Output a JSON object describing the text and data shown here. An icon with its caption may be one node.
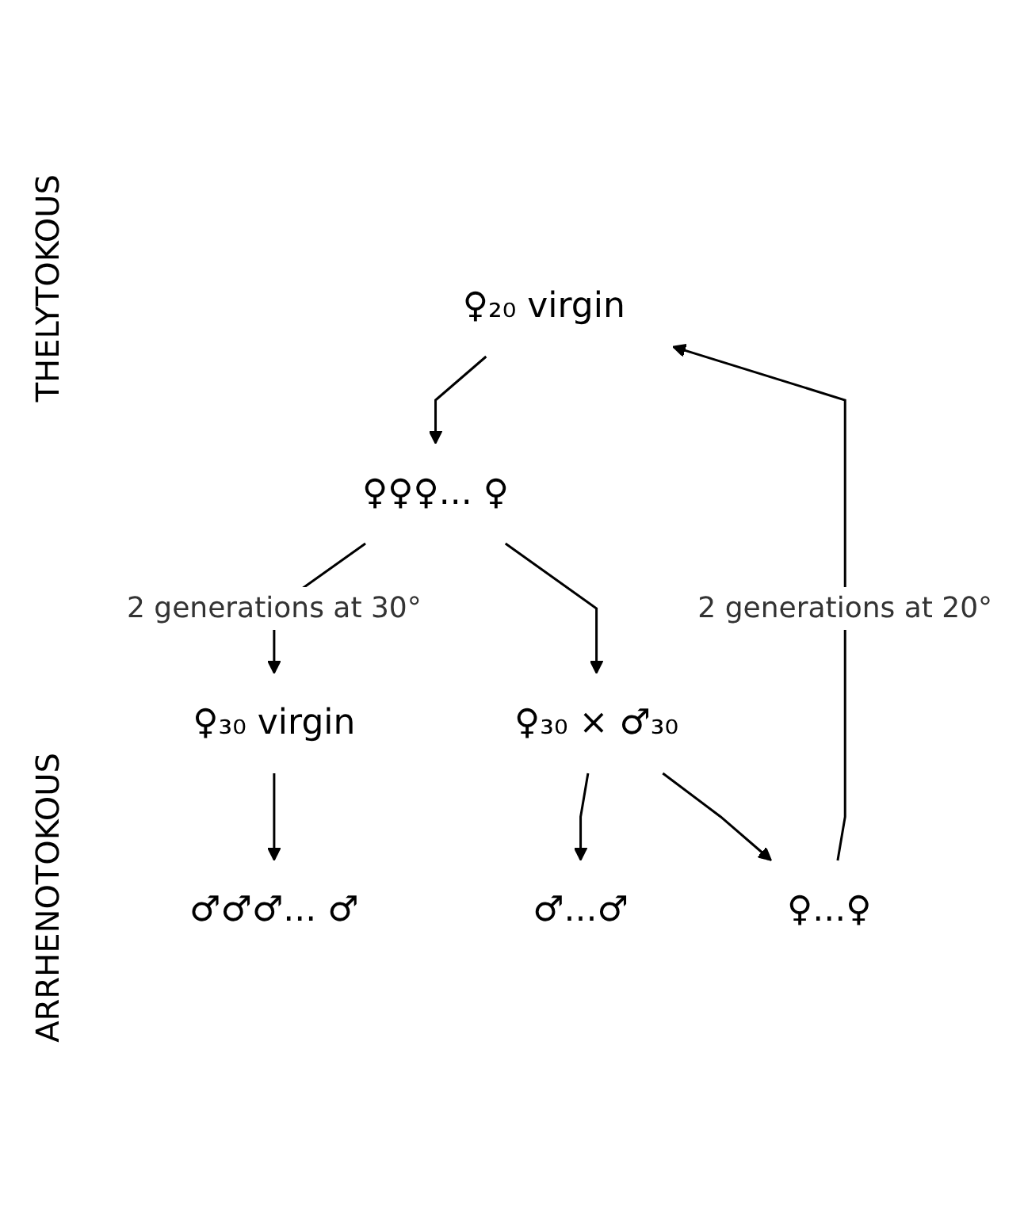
{
  "diagram": {
    "nodes": [
      {
        "text": [
          "♀₂₀ virgin"
        ]
      },
      {
        "text": [
          "♀♀♀... ♀"
        ]
      },
      {
        "text": [
          "♀₃₀ virgin"
        ]
      },
      {
        "text": [
          "♀₃₀ × ♂₃₀"
        ]
      },
      {
        "text": [
          "♂♂♂... ♂"
        ]
      },
      {
        "text": [
          "♂...♂"
        ]
      },
      {
        "text": [
          "♀...♀"
        ]
      }
    ],
    "edges": [
      {
        "from": 0,
        "to": 1,
        "arrow": "to"
      },
      {
        "from": 1,
        "to": 2,
        "arrow": "to",
        "label": "2 generations at 30°"
      },
      {
        "from": 1,
        "to": 3,
        "arrow": "to"
      },
      {
        "from": 2,
        "to": 4,
        "arrow": "to"
      },
      {
        "from": 3,
        "to": 5,
        "arrow": "to"
      },
      {
        "from": 3,
        "to": 6,
        "arrow": "to"
      },
      {
        "from": 6,
        "to": 0,
        "arrow": "to",
        "label": "2 generations at 20°"
      }
    ],
    "labels": [
      "THELYTOKOUS",
      "ARRHENOTOKOUS"
    ]
  }
}
